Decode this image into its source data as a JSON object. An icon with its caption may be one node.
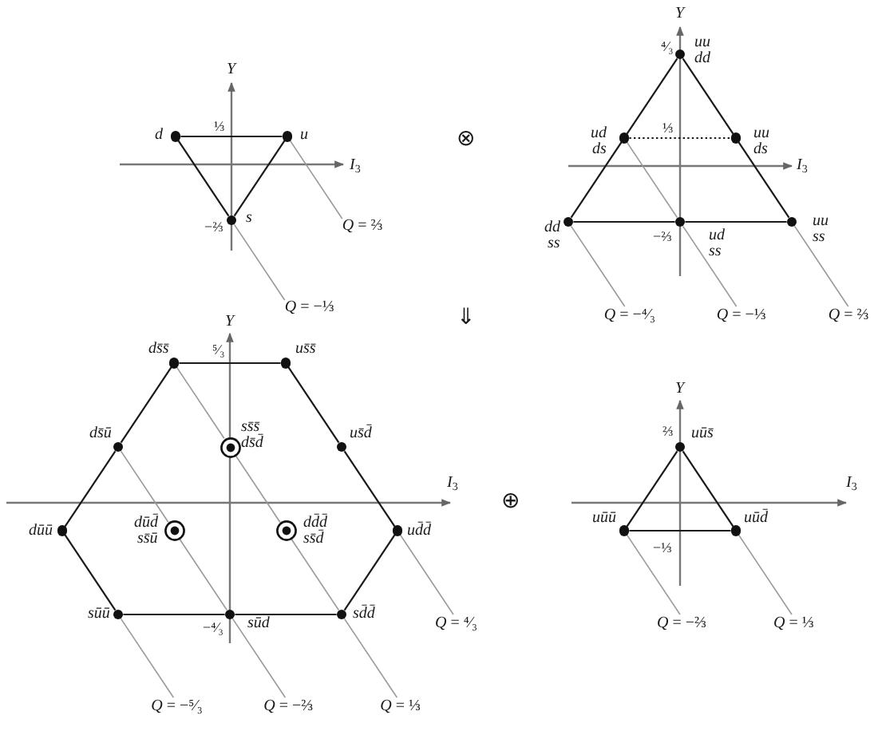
{
  "diagram": {
    "nodes": [
      {
        "text": [],
        "shape": "circle",
        "beside": [
          "d"
        ]
      },
      {
        "text": [],
        "shape": "circle",
        "beside": [
          "u"
        ]
      },
      {
        "text": [],
        "shape": "circle",
        "beside": [
          "s"
        ]
      },
      {
        "text": [
          "*Q* = ⅔"
        ]
      },
      {
        "text": [
          "*Q* = −⅓"
        ]
      },
      {
        "text": [],
        "shape": "circle",
        "beside": [
          "uu",
          "dd"
        ]
      },
      {
        "text": [],
        "shape": "circle",
        "beside": [
          "ud",
          "ds"
        ]
      },
      {
        "text": [],
        "shape": "circle",
        "beside": [
          "uu",
          "ds"
        ]
      },
      {
        "text": [],
        "shape": "circle",
        "beside": [
          "dd",
          "ss"
        ]
      },
      {
        "text": [],
        "shape": "circle",
        "beside": [
          "ud",
          "ss"
        ]
      },
      {
        "text": [],
        "shape": "circle",
        "beside": [
          "uu",
          "ss"
        ]
      },
      {
        "text": [
          "*Q* = −⁴⁄₃"
        ]
      },
      {
        "text": [
          "*Q* = −⅓"
        ]
      },
      {
        "text": [
          "*Q* = ⅔"
        ]
      },
      {
        "text": [],
        "shape": "circle",
        "beside": [
          "ds̄s̄"
        ]
      },
      {
        "text": [],
        "shape": "circle",
        "beside": [
          "us̄s̄"
        ]
      },
      {
        "text": [],
        "shape": "circle",
        "beside": [
          "ds̄ū"
        ]
      },
      {
        "text": [],
        "shape": "ring",
        "beside": [
          "ss̄s̄",
          "ds̄d̄"
        ]
      },
      {
        "text": [],
        "shape": "circle",
        "beside": [
          "us̄d̄"
        ]
      },
      {
        "text": [],
        "shape": "circle",
        "beside": [
          "dūū"
        ]
      },
      {
        "text": [],
        "shape": "ring",
        "beside": [
          "dūd̄",
          "ss̄ū"
        ]
      },
      {
        "text": [],
        "shape": "ring",
        "beside": [
          "dd̄d̄",
          "ss̄d̄"
        ]
      },
      {
        "text": [],
        "shape": "circle",
        "beside": [
          "ud̄d̄"
        ]
      },
      {
        "text": [],
        "shape": "circle",
        "beside": [
          "sūū"
        ]
      },
      {
        "text": [],
        "shape": "circle",
        "beside": [
          "sūd̄"
        ]
      },
      {
        "text": [],
        "shape": "circle",
        "beside": [
          "sd̄d̄"
        ]
      },
      {
        "text": [
          "*Q* = −⁵⁄₃"
        ]
      },
      {
        "text": [
          "*Q* = −⅔"
        ]
      },
      {
        "text": [
          "*Q* = ⅓"
        ]
      },
      {
        "text": [
          "*Q* = ⁴⁄₃"
        ]
      },
      {
        "text": [],
        "shape": "circle",
        "beside": [
          "uūs̄"
        ]
      },
      {
        "text": [],
        "shape": "circle",
        "beside": [
          "uūū"
        ]
      },
      {
        "text": [],
        "shape": "circle",
        "beside": [
          "uūd̄"
        ]
      },
      {
        "text": [
          "*Q* = −⅔"
        ]
      },
      {
        "text": [
          "*Q* = ⅓"
        ]
      }
    ],
    "edges": [
      {
        "from": 0,
        "to": 1,
        "arrow": "none"
      },
      {
        "from": 1,
        "to": 2,
        "arrow": "none"
      },
      {
        "from": 2,
        "to": 0,
        "arrow": "none"
      },
      {
        "from": 3,
        "to": 1,
        "arrow": "none",
        "color": "#999999"
      },
      {
        "from": 4,
        "to": 2,
        "arrow": "none",
        "color": "#999999"
      },
      {
        "from": 5,
        "to": 6,
        "arrow": "none"
      },
      {
        "from": 6,
        "to": 8,
        "arrow": "none"
      },
      {
        "from": 5,
        "to": 7,
        "arrow": "none"
      },
      {
        "from": 7,
        "to": 10,
        "arrow": "none"
      },
      {
        "from": 8,
        "to": 9,
        "arrow": "none"
      },
      {
        "from": 9,
        "to": 10,
        "arrow": "none"
      },
      {
        "from": 6,
        "to": 7,
        "arrow": "none",
        "style": "dashed"
      },
      {
        "from": 11,
        "to": 8,
        "arrow": "none",
        "color": "#999999"
      },
      {
        "from": 12,
        "to": 9,
        "arrow": "none",
        "color": "#999999"
      },
      {
        "from": 9,
        "to": 6,
        "arrow": "none",
        "color": "#999999"
      },
      {
        "from": 13,
        "to": 10,
        "arrow": "none",
        "color": "#999999"
      },
      {
        "from": 14,
        "to": 15,
        "arrow": "none"
      },
      {
        "from": 15,
        "to": 18,
        "arrow": "none"
      },
      {
        "from": 18,
        "to": 22,
        "arrow": "none"
      },
      {
        "from": 22,
        "to": 25,
        "arrow": "none"
      },
      {
        "from": 25,
        "to": 24,
        "arrow": "none"
      },
      {
        "from": 24,
        "to": 23,
        "arrow": "none"
      },
      {
        "from": 23,
        "to": 19,
        "arrow": "none"
      },
      {
        "from": 19,
        "to": 16,
        "arrow": "none"
      },
      {
        "from": 16,
        "to": 14,
        "arrow": "none"
      },
      {
        "from": 26,
        "to": 23,
        "arrow": "none",
        "color": "#999999"
      },
      {
        "from": 27,
        "to": 24,
        "arrow": "none",
        "color": "#999999"
      },
      {
        "from": 24,
        "to": 20,
        "arrow": "none",
        "color": "#999999"
      },
      {
        "from": 20,
        "to": 16,
        "arrow": "none",
        "color": "#999999"
      },
      {
        "from": 28,
        "to": 25,
        "arrow": "none",
        "color": "#999999"
      },
      {
        "from": 25,
        "to": 21,
        "arrow": "none",
        "color": "#999999"
      },
      {
        "from": 21,
        "to": 17,
        "arrow": "none",
        "color": "#999999"
      },
      {
        "from": 17,
        "to": 14,
        "arrow": "none",
        "color": "#999999"
      },
      {
        "from": 29,
        "to": 22,
        "arrow": "none",
        "color": "#999999"
      },
      {
        "from": 30,
        "to": 32,
        "arrow": "none"
      },
      {
        "from": 32,
        "to": 31,
        "arrow": "none"
      },
      {
        "from": 31,
        "to": 30,
        "arrow": "none"
      },
      {
        "from": 33,
        "to": 31,
        "arrow": "none",
        "color": "#999999"
      },
      {
        "from": 34,
        "to": 32,
        "arrow": "none",
        "color": "#999999"
      }
    ],
    "labels": [
      "Y",
      "⅓",
      "*I*$_{3}$",
      "−⅔",
      "Y",
      "⁴⁄₃",
      "⅓",
      "*I*$_{3}$",
      "−⅔",
      "⊗",
      "⇓",
      "Y",
      "⁵⁄₃",
      "*I*$_{3}$",
      "−⁴⁄₃",
      "⊕",
      "Y",
      "⅔",
      "*I*$_{3}$",
      "−⅓"
    ]
  }
}
